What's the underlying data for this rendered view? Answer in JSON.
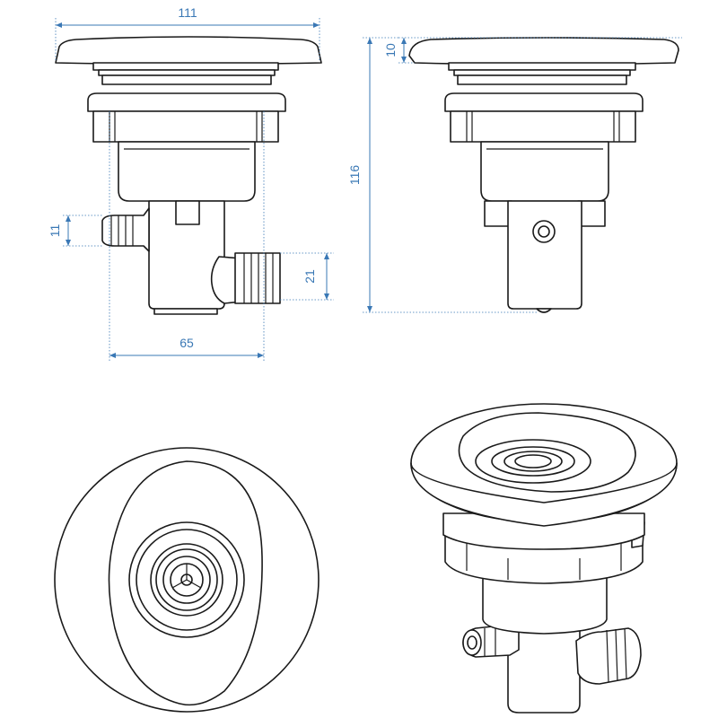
{
  "dimensions": {
    "overall_width": "111",
    "cap_height": "10",
    "total_height": "116",
    "side_fitting": "11",
    "outlet_diameter": "21",
    "body_width": "65"
  },
  "colors": {
    "dimension_line": "#3a78b5",
    "outline": "#1a1a1a",
    "background": "#ffffff"
  }
}
